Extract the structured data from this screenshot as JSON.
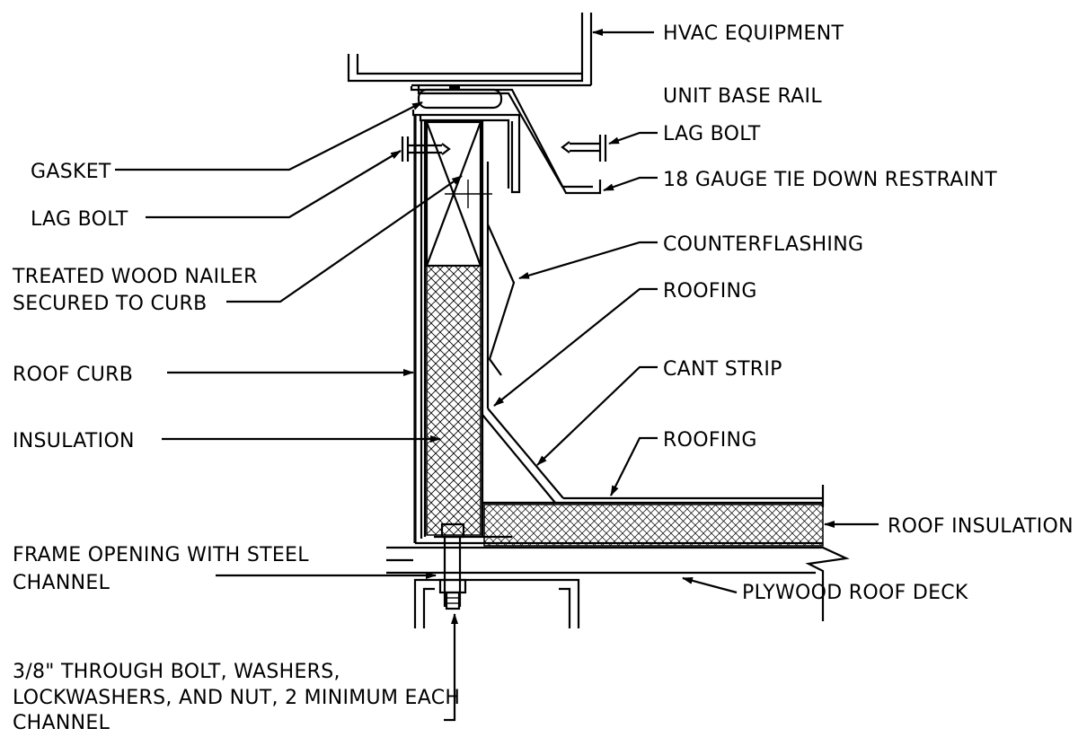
{
  "labels": {
    "hvac_equipment": "HVAC EQUIPMENT",
    "unit_base_rail": "UNIT BASE RAIL",
    "lag_bolt_right": "LAG BOLT",
    "tie_down": "18 GAUGE TIE DOWN RESTRAINT",
    "gasket": "GASKET",
    "lag_bolt_left": "LAG BOLT",
    "nailer_line1": "TREATED WOOD NAILER",
    "nailer_line2": "SECURED TO CURB",
    "counterflashing": "COUNTERFLASHING",
    "roofing_upper": "ROOFING",
    "roof_curb": "ROOF CURB",
    "cant_strip": "CANT STRIP",
    "insulation": "INSULATION",
    "roofing_lower": "ROOFING",
    "roof_insulation": "ROOF INSULATION",
    "frame_line1": "FRAME OPENING WITH STEEL",
    "frame_line2": "CHANNEL",
    "plywood_deck": "PLYWOOD ROOF DECK",
    "bolt_line1": "3/8\" THROUGH BOLT, WASHERS,",
    "bolt_line2": "LOCKWASHERS, AND NUT, 2 MINIMUM EACH",
    "bolt_line3": "CHANNEL"
  }
}
